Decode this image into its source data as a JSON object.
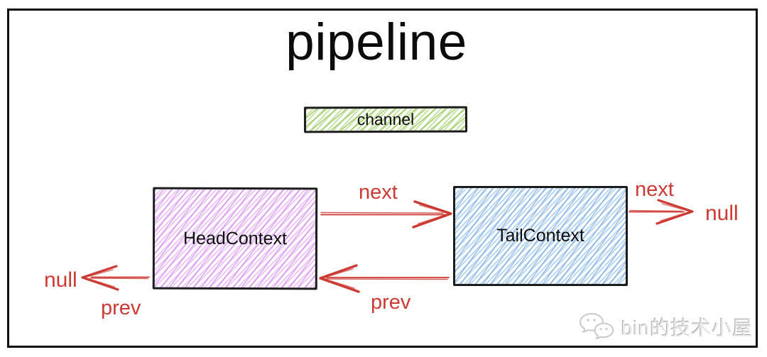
{
  "title": "pipeline",
  "channel": {
    "label": "channel"
  },
  "nodes": [
    {
      "id": "head-context",
      "label": "HeadContext",
      "fill_style": "purple-hatch"
    },
    {
      "id": "tail-context",
      "label": "TailContext",
      "fill_style": "blue-hatch"
    }
  ],
  "edges": [
    {
      "id": "head-next-tail",
      "label": "next",
      "from": "HeadContext",
      "to": "TailContext",
      "direction": "right"
    },
    {
      "id": "tail-prev-head",
      "label": "prev",
      "from": "TailContext",
      "to": "HeadContext",
      "direction": "left"
    },
    {
      "id": "tail-next-null",
      "label": "next",
      "from": "TailContext",
      "to": "null",
      "direction": "right"
    },
    {
      "id": "head-prev-null",
      "label": "prev",
      "from": "HeadContext",
      "to": "null",
      "direction": "left"
    }
  ],
  "terminals": {
    "right_null": "null",
    "left_null": "null"
  },
  "watermark": {
    "icon": "wechat-icon",
    "text": "bin的技术小屋"
  },
  "colors": {
    "arrow-red": "#cd3a33",
    "ink": "#0e0e0e",
    "border-ink": "#1d1d1d",
    "green-hatch": "#92c754",
    "purple-hatch": "#d582f0",
    "blue-hatch": "#78ade6",
    "watermark-gray": "#c9c9c9"
  }
}
